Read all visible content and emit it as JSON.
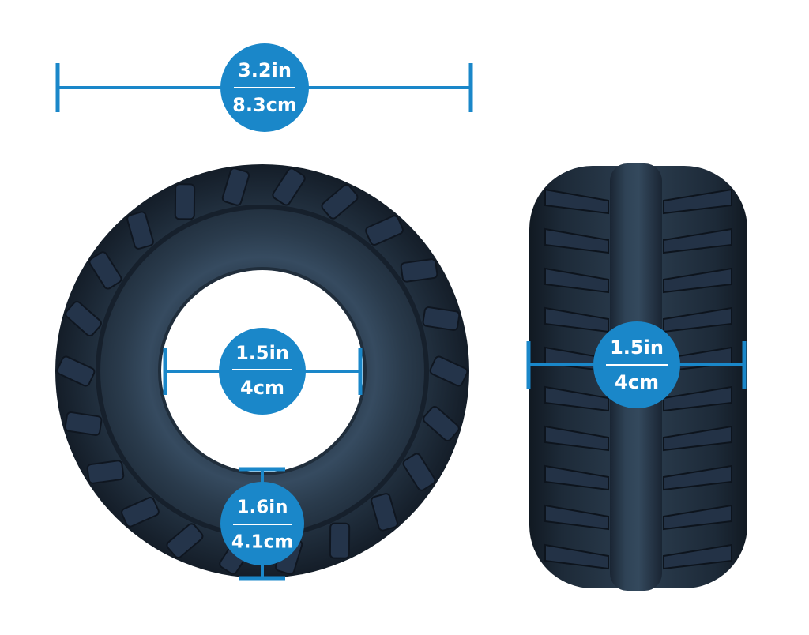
{
  "dimensions": {
    "overall_width": {
      "top": "3.2in",
      "bottom": "8.3cm"
    },
    "inner_diameter": {
      "top": "1.5in",
      "bottom": "4cm"
    },
    "ring_thickness": {
      "top": "1.6in",
      "bottom": "4.1cm"
    },
    "side_width": {
      "top": "1.5in",
      "bottom": "4cm"
    }
  },
  "colors": {
    "accent": "#1a87c9",
    "rubber_dark": "#1c2836",
    "rubber_mid": "#2e4052",
    "rubber_light": "#4a6278",
    "background": "#ffffff"
  }
}
